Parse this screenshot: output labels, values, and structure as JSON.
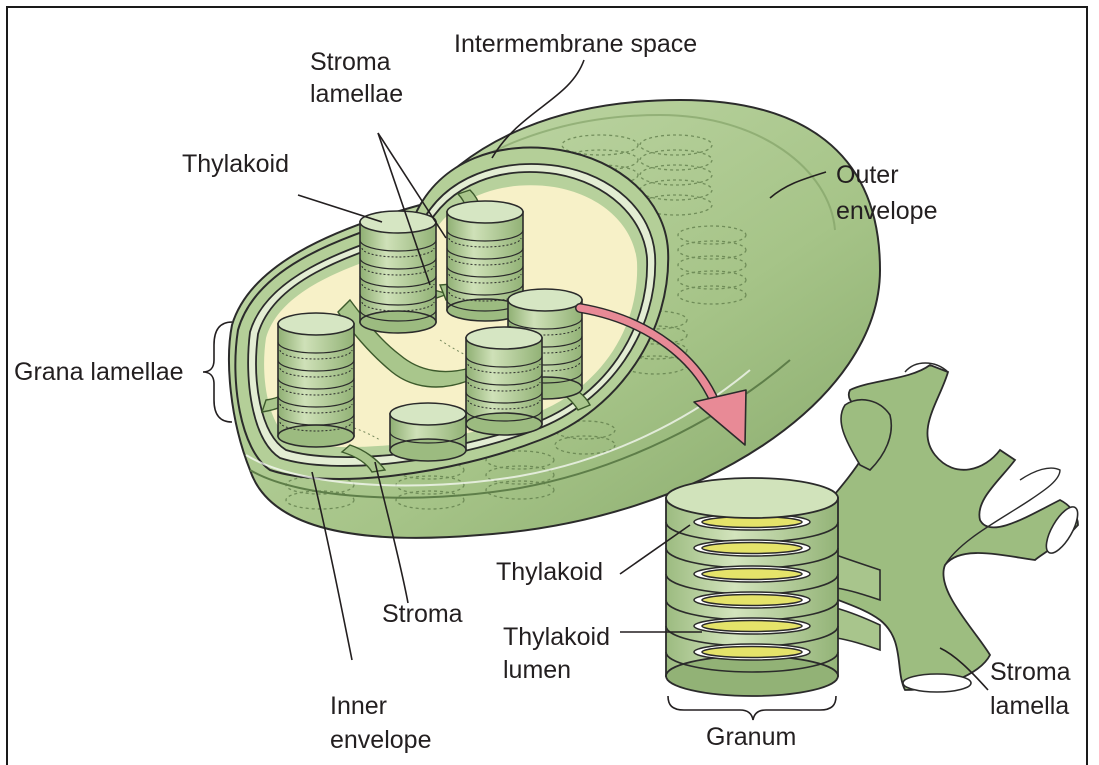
{
  "labels": {
    "intermembrane_space": "Intermembrane space",
    "stroma_lamellae_1": "Stroma",
    "stroma_lamellae_2": "lamellae",
    "thylakoid_top": "Thylakoid",
    "outer_envelope_1": "Outer",
    "outer_envelope_2": "envelope",
    "grana_lamellae": "Grana lamellae",
    "thylakoid_detail": "Thylakoid",
    "stroma": "Stroma",
    "thylakoid_lumen_1": "Thylakoid",
    "thylakoid_lumen_2": "lumen",
    "inner_envelope_1": "Inner",
    "inner_envelope_2": "envelope",
    "granum": "Granum",
    "stroma_lamella_1": "Stroma",
    "stroma_lamella_2": "lamella"
  },
  "colors": {
    "membrane_green": "#a8c58a",
    "membrane_light": "#c9dcb0",
    "membrane_dark": "#6f8f58",
    "stroma_cream": "#f7f1c8",
    "lumen_yellow": "#e5e36a",
    "arrow_pink": "#e88a96",
    "outline": "#2b2b2b"
  }
}
